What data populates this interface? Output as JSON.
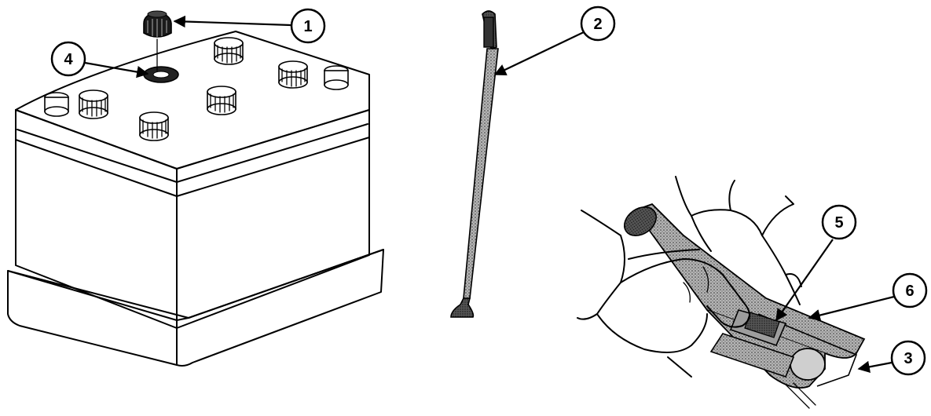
{
  "callouts": [
    {
      "id": "1",
      "label": "1"
    },
    {
      "id": "2",
      "label": "2"
    },
    {
      "id": "3",
      "label": "3"
    },
    {
      "id": "4",
      "label": "4"
    },
    {
      "id": "5",
      "label": "5"
    },
    {
      "id": "6",
      "label": "6"
    }
  ],
  "colors": {
    "ink": "#000000",
    "paper": "#ffffff",
    "stipple": "#8a8a8a"
  }
}
